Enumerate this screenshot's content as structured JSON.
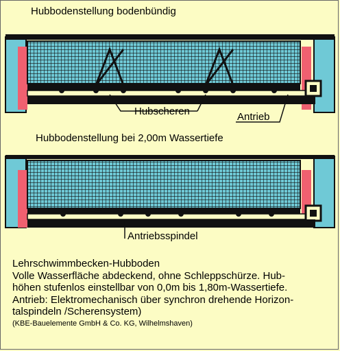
{
  "diagram1": {
    "title": "Hubbodenstellung bodenbündig",
    "labels": {
      "scissors": "Hubscheren",
      "drive": "Antrieb"
    }
  },
  "diagram2": {
    "title": "Hubbodenstellung  bei 2,00m Wassertiefe",
    "labels": {
      "spindle": "Antriebsspindel"
    }
  },
  "caption": {
    "line1": "Lehrschwimmbecken-Hubboden",
    "line2": "Volle Wasserfläche abdeckend, ohne Schleppschürze. Hub-",
    "line3": "höhen stufenlos einstellbar von 0,0m bis 1,80m-Wassertiefe.",
    "line4": "Antrieb: Elektromechanisch über synchron drehende Horizon-",
    "line5": "talspindeln /Scherensystem)",
    "credit": "(KBE-Bauelemente GmbH & Co. KG, Wilhelmshaven)"
  },
  "colors": {
    "background": "#fcfcc4",
    "water": "#6fc9d6",
    "wall": "#f06070",
    "structure": "#111111"
  }
}
